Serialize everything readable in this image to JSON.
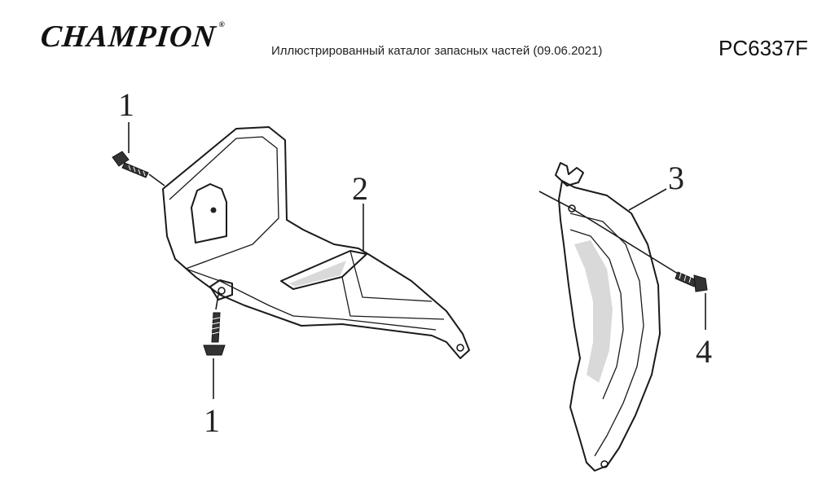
{
  "header": {
    "brand": "CHAMPION",
    "brand_mark": "®",
    "catalog_title": "Иллюстрированный каталог запасных частей (09.06.2021)",
    "model": "PC6337F"
  },
  "callouts": {
    "c1_top": "1",
    "c1_bottom": "1",
    "c2": "2",
    "c3": "3",
    "c4": "4"
  }
}
